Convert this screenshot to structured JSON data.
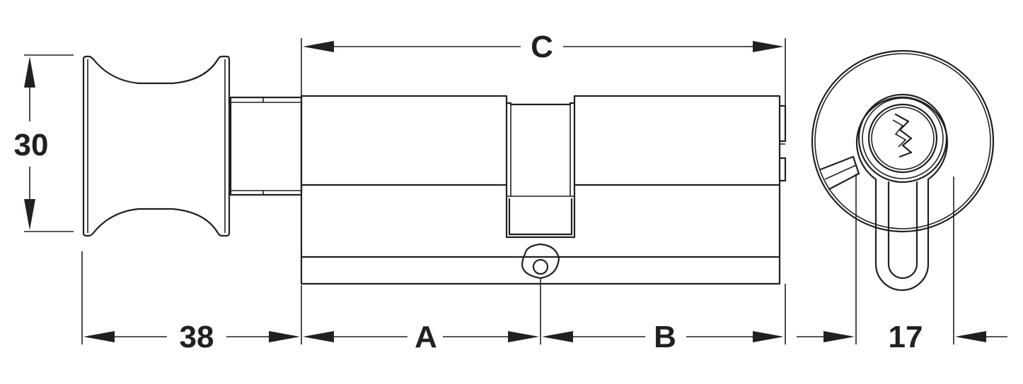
{
  "dimensions": {
    "height_label": "30",
    "knob_length_label": "38",
    "a_label": "A",
    "b_label": "B",
    "c_label": "C",
    "width_label": "17"
  },
  "colors": {
    "line": "#231f20",
    "background": "#ffffff"
  }
}
